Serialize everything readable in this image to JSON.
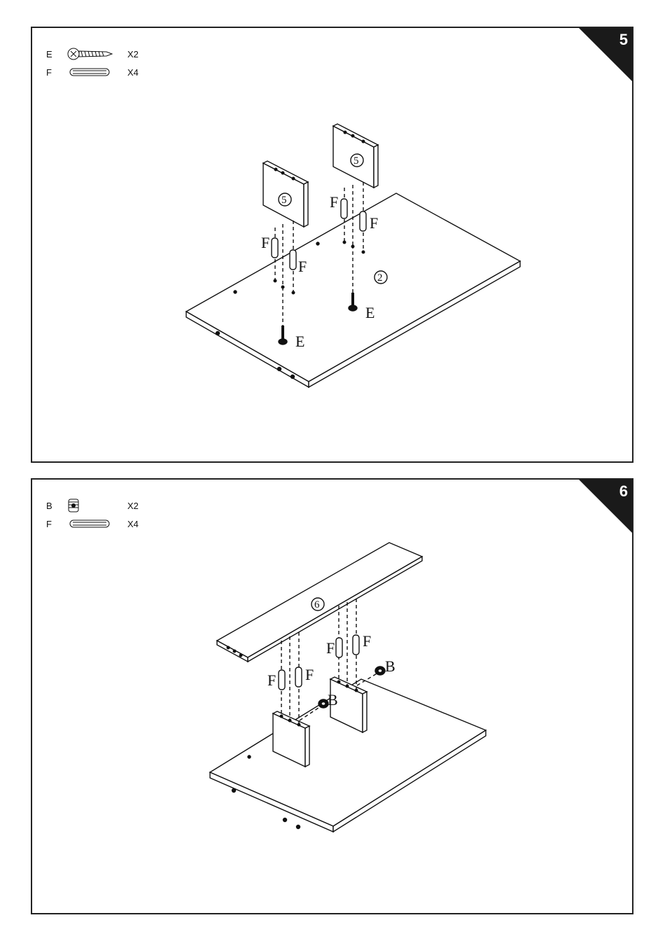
{
  "steps": [
    {
      "number": "5",
      "parts": [
        {
          "id": "E",
          "icon": "screw-icon",
          "qty": "X2"
        },
        {
          "id": "F",
          "icon": "dowel-icon",
          "qty": "X4"
        }
      ],
      "callouts": {
        "panel_top_left": "5",
        "panel_top_right": "5",
        "base_board": "2"
      },
      "labels": {
        "dowel": "F",
        "screw": "E"
      }
    },
    {
      "number": "6",
      "parts": [
        {
          "id": "B",
          "icon": "cam-lock-icon",
          "qty": "X2"
        },
        {
          "id": "F",
          "icon": "dowel-icon",
          "qty": "X4"
        }
      ],
      "callouts": {
        "top_shelf": "6"
      },
      "labels": {
        "dowel": "F",
        "cam": "B"
      }
    }
  ]
}
